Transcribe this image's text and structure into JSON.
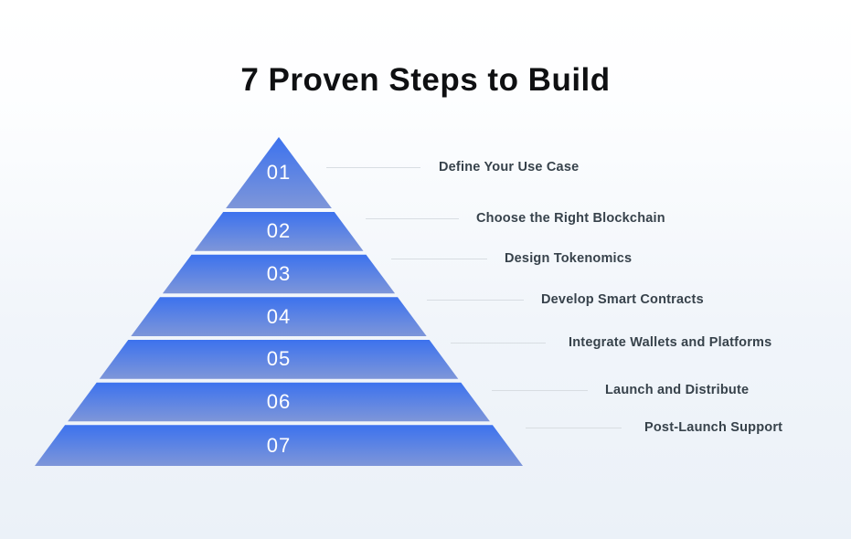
{
  "title": "7 Proven Steps to Build",
  "steps": [
    {
      "number": "01",
      "label": "Define Your Use Case"
    },
    {
      "number": "02",
      "label": "Choose the Right Blockchain"
    },
    {
      "number": "03",
      "label": "Design Tokenomics"
    },
    {
      "number": "04",
      "label": "Develop Smart Contracts"
    },
    {
      "number": "05",
      "label": "Integrate Wallets and Platforms"
    },
    {
      "number": "06",
      "label": "Launch and Distribute"
    },
    {
      "number": "07",
      "label": "Post-Launch Support"
    }
  ],
  "colors": {
    "segment_gradient_top": "#3c72ee",
    "segment_gradient_bottom": "#7e96d9",
    "background_top": "#ffffff",
    "background_bottom": "#ebf1f8",
    "connector_line": "#d8dde2",
    "label_text": "#37424b",
    "title_text": "#0f1012",
    "number_text": "#ffffff"
  }
}
